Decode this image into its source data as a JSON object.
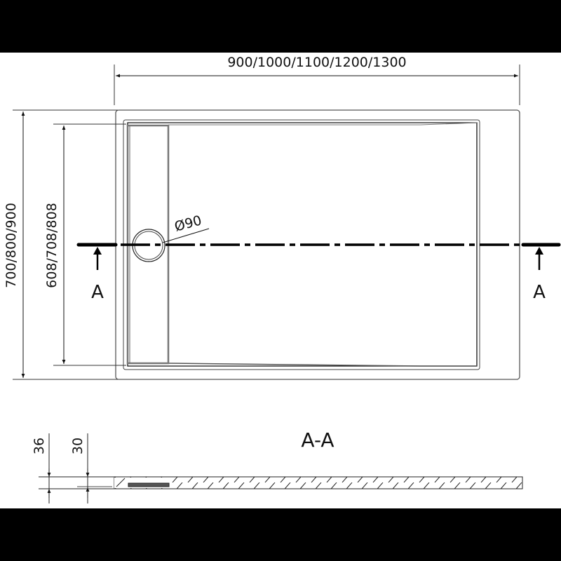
{
  "drawing": {
    "subject": "shower tray technical drawing",
    "plan_view": {
      "width_dimension": "900/1000/1100/1200/1300",
      "outer_height_dimension": "700/800/900",
      "inner_height_dimension": "608/708/808",
      "drain_diameter": "Ø90",
      "section_marker_left": "A",
      "section_marker_right": "A"
    },
    "section_view": {
      "title": "A-A",
      "total_height": "36",
      "inner_height": "30"
    },
    "colors": {
      "line": "#111111",
      "background": "#ffffff",
      "border_band": "#000000"
    }
  }
}
